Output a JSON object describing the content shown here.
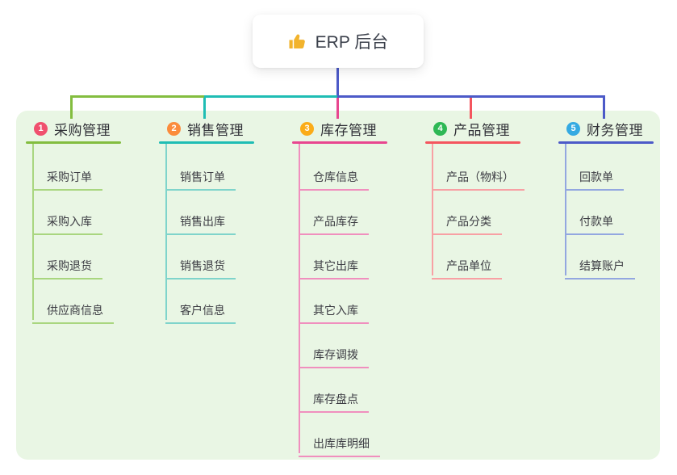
{
  "root": {
    "label": "ERP 后台",
    "icon": "thumbs-up-icon"
  },
  "palette": {
    "stem_color": "#4c5ac8",
    "panel_bg": "#e9f6e4",
    "card_bg": "#ffffff",
    "title_text": "#2f2f36",
    "child_text": "#3c3c43",
    "thumb_icon_color": "#f2b32c"
  },
  "branches": [
    {
      "num": "1",
      "title": "采购管理",
      "badge_color": "#f0506e",
      "line_color": "#83bd3f",
      "child_line_color": "#a9d67f",
      "children": [
        "采购订单",
        "采购入库",
        "采购退货",
        "供应商信息"
      ]
    },
    {
      "num": "2",
      "title": "销售管理",
      "badge_color": "#fb8c3c",
      "line_color": "#1fbdb4",
      "child_line_color": "#7fd4cb",
      "children": [
        "销售订单",
        "销售出库",
        "销售退货",
        "客户信息"
      ]
    },
    {
      "num": "3",
      "title": "库存管理",
      "badge_color": "#fbac18",
      "line_color": "#e8468f",
      "child_line_color": "#f08fbe",
      "children": [
        "仓库信息",
        "产品库存",
        "其它出库",
        "其它入库",
        "库存调拨",
        "库存盘点",
        "出库库明细"
      ]
    },
    {
      "num": "4",
      "title": "产品管理",
      "badge_color": "#2eb855",
      "line_color": "#f4555e",
      "child_line_color": "#f8a0a4",
      "children": [
        "产品（物料）",
        "产品分类",
        "产品单位"
      ]
    },
    {
      "num": "5",
      "title": "财务管理",
      "badge_color": "#35aae2",
      "line_color": "#4c5ac8",
      "child_line_color": "#93a7e0",
      "children": [
        "回款单",
        "付款单",
        "结算账户"
      ]
    }
  ]
}
